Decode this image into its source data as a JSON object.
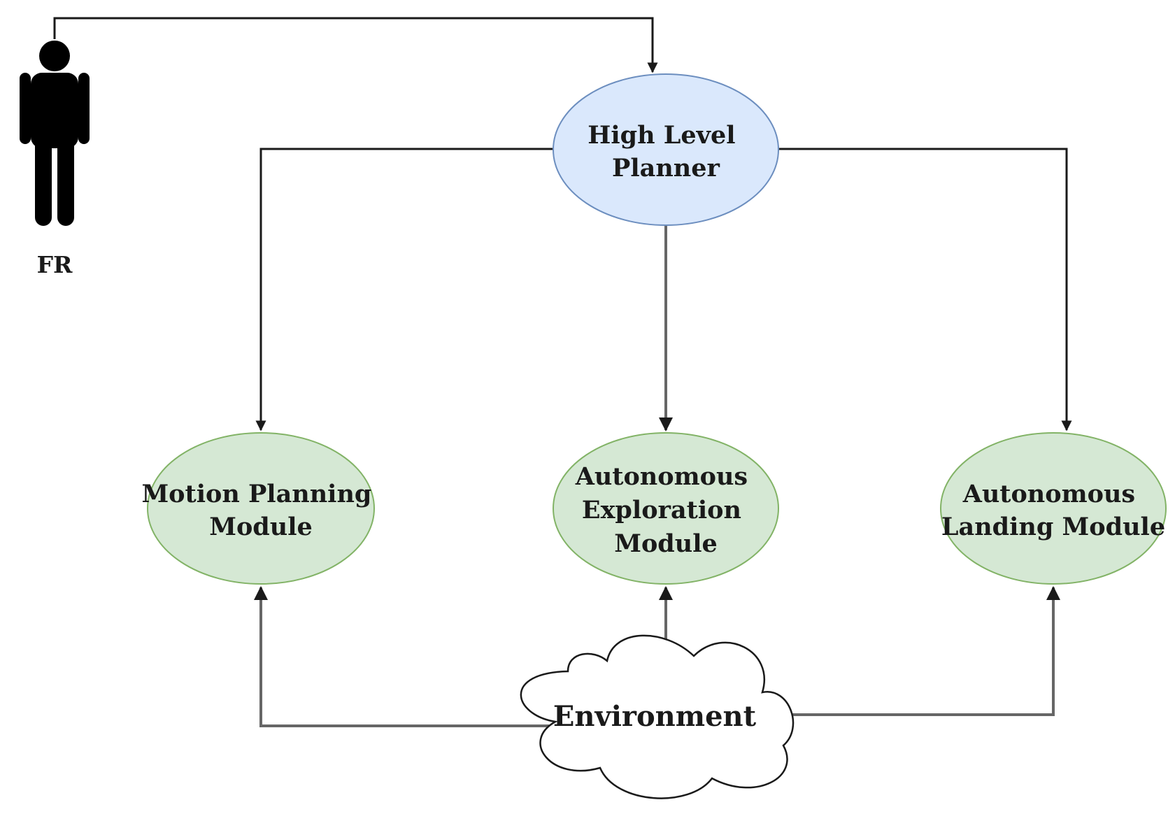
{
  "actor": {
    "label": "FR",
    "icon": "person-icon"
  },
  "nodes": {
    "high_level_planner": {
      "lines": [
        "High Level",
        "Planner"
      ],
      "fill": "#dae8fc",
      "stroke": "#6c8ebf"
    },
    "motion_planning": {
      "lines": [
        "Motion Planning",
        "Module"
      ],
      "fill": "#d5e8d4",
      "stroke": "#82b366"
    },
    "autonomous_exploration": {
      "lines": [
        "Autonomous",
        "Exploration",
        "Module"
      ],
      "fill": "#d5e8d4",
      "stroke": "#82b366"
    },
    "autonomous_landing": {
      "lines": [
        "Autonomous",
        "Landing Module"
      ],
      "fill": "#d5e8d4",
      "stroke": "#82b366"
    },
    "environment": {
      "label": "Environment",
      "icon": "cloud-icon"
    }
  },
  "edges": [
    {
      "from": "FR",
      "to": "High Level Planner"
    },
    {
      "from": "High Level Planner",
      "to": "Motion Planning Module"
    },
    {
      "from": "High Level Planner",
      "to": "Autonomous Exploration Module"
    },
    {
      "from": "High Level Planner",
      "to": "Autonomous Landing Module"
    },
    {
      "from": "Environment",
      "to": "Motion Planning Module"
    },
    {
      "from": "Environment",
      "to": "Autonomous Exploration Module"
    },
    {
      "from": "Environment",
      "to": "Autonomous Landing Module"
    }
  ]
}
